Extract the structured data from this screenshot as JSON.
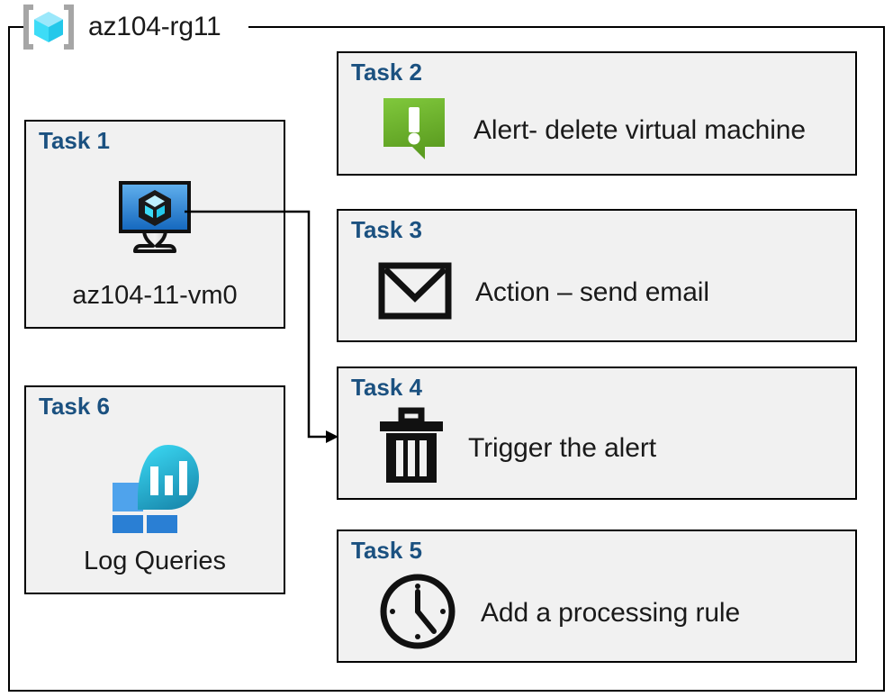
{
  "resource_group": {
    "name": "az104-rg11",
    "icon": "resource-group-cube-icon"
  },
  "colors": {
    "task_title": "#1b5180",
    "card_background": "#f1f1f1",
    "card_border": "#000000",
    "alert_green_light": "#7cc53a",
    "alert_green_dark": "#5fa022",
    "vm_blue_light": "#5aa9e8",
    "vm_blue_dark": "#1a6fc4",
    "log_tile_light": "#4fa3ec",
    "log_tile_dark": "#2a7fd4",
    "log_bubble_light": "#32cfee",
    "log_bubble_dark": "#1a8cb0",
    "rg_cube_light": "#9be8fb",
    "rg_cube_dark": "#2fd6f5",
    "rg_bracket": "#a6a6a6"
  },
  "cards": [
    {
      "id": "task-1",
      "title": "Task 1",
      "label": "az104-11-vm0",
      "icon": "virtual-machine-icon"
    },
    {
      "id": "task-2",
      "title": "Task 2",
      "label": "Alert- delete virtual machine",
      "icon": "alert-exclamation-icon"
    },
    {
      "id": "task-3",
      "title": "Task 3",
      "label": "Action – send email",
      "icon": "email-envelope-icon"
    },
    {
      "id": "task-4",
      "title": "Task 4",
      "label": "Trigger the alert",
      "icon": "trash-delete-icon"
    },
    {
      "id": "task-5",
      "title": "Task 5",
      "label": "Add a processing rule",
      "icon": "clock-icon"
    },
    {
      "id": "task-6",
      "title": "Task 6",
      "label": "Log Queries",
      "icon": "log-analytics-icon"
    }
  ],
  "connector": {
    "from": "task-1-virtual-machine-icon",
    "to": "task-4",
    "arrow": "arrowhead-right"
  }
}
